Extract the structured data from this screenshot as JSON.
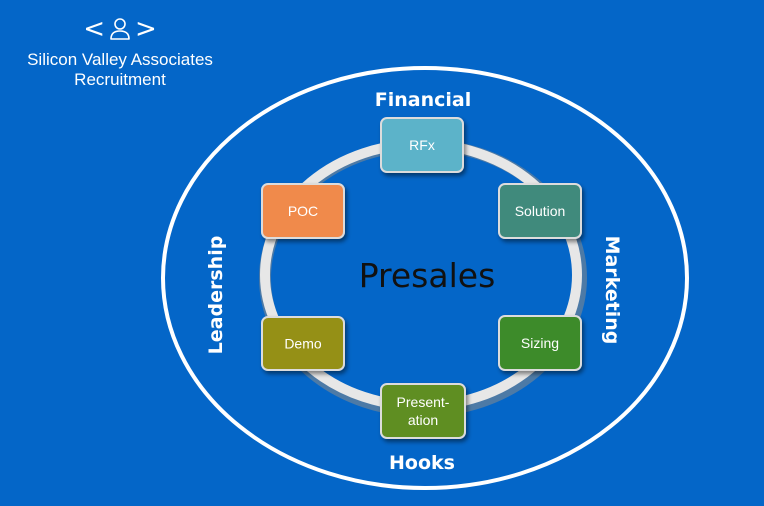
{
  "logo": {
    "line1": "Silicon Valley Associates",
    "line2": "Recruitment",
    "icon": "person-in-brackets-icon"
  },
  "diagram": {
    "center": "Presales",
    "outer_labels": {
      "top": "Financial",
      "right": "Marketing",
      "bottom": "Hooks",
      "left": "Leadership"
    },
    "nodes": [
      {
        "id": "rfx",
        "lines": [
          "RFx"
        ],
        "color": "#5bb3c9"
      },
      {
        "id": "solution",
        "lines": [
          "Solution"
        ],
        "color": "#3f8a7c"
      },
      {
        "id": "sizing",
        "lines": [
          "Sizing"
        ],
        "color": "#3e8b2c"
      },
      {
        "id": "presentation",
        "lines": [
          "Present-",
          "ation"
        ],
        "color": "#5f8e24"
      },
      {
        "id": "demo",
        "lines": [
          "Demo"
        ],
        "color": "#959016"
      },
      {
        "id": "poc",
        "lines": [
          "POC"
        ],
        "color": "#f08a4b"
      }
    ]
  },
  "colors": {
    "background": "#0466c8",
    "ring": "#e7e7e7",
    "text": "#ffffff"
  }
}
